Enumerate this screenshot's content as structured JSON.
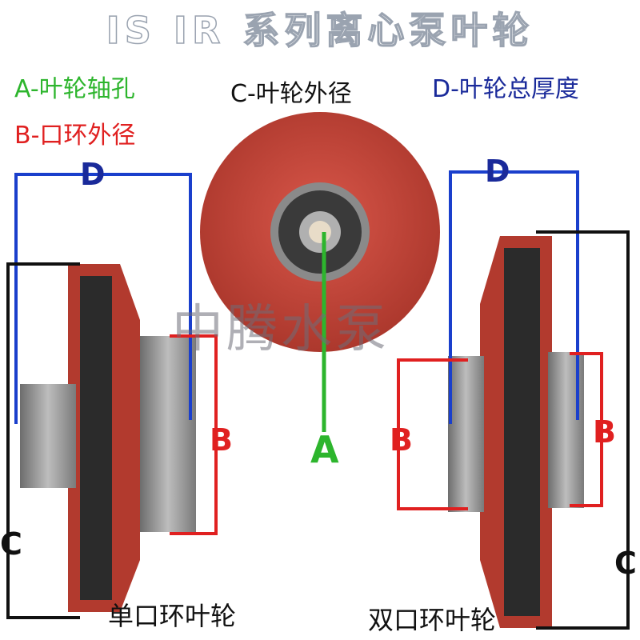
{
  "title": "IS IR 系列离心泵叶轮",
  "legend": {
    "a": "A-叶轮轴孔",
    "b": "B-口环外径",
    "c": "C-叶轮外径",
    "d": "D-叶轮总厚度"
  },
  "marks": {
    "a": "A",
    "b": "B",
    "c": "C",
    "d": "D"
  },
  "captions": {
    "single": "单口环叶轮",
    "double": "双口环叶轮"
  },
  "watermark": "中腾水泵",
  "colors": {
    "a": "#2db52d",
    "b": "#e02020",
    "c": "#111111",
    "d": "#1a2a9a",
    "impeller": "#c0392b",
    "metal": "#9a9a9a"
  }
}
